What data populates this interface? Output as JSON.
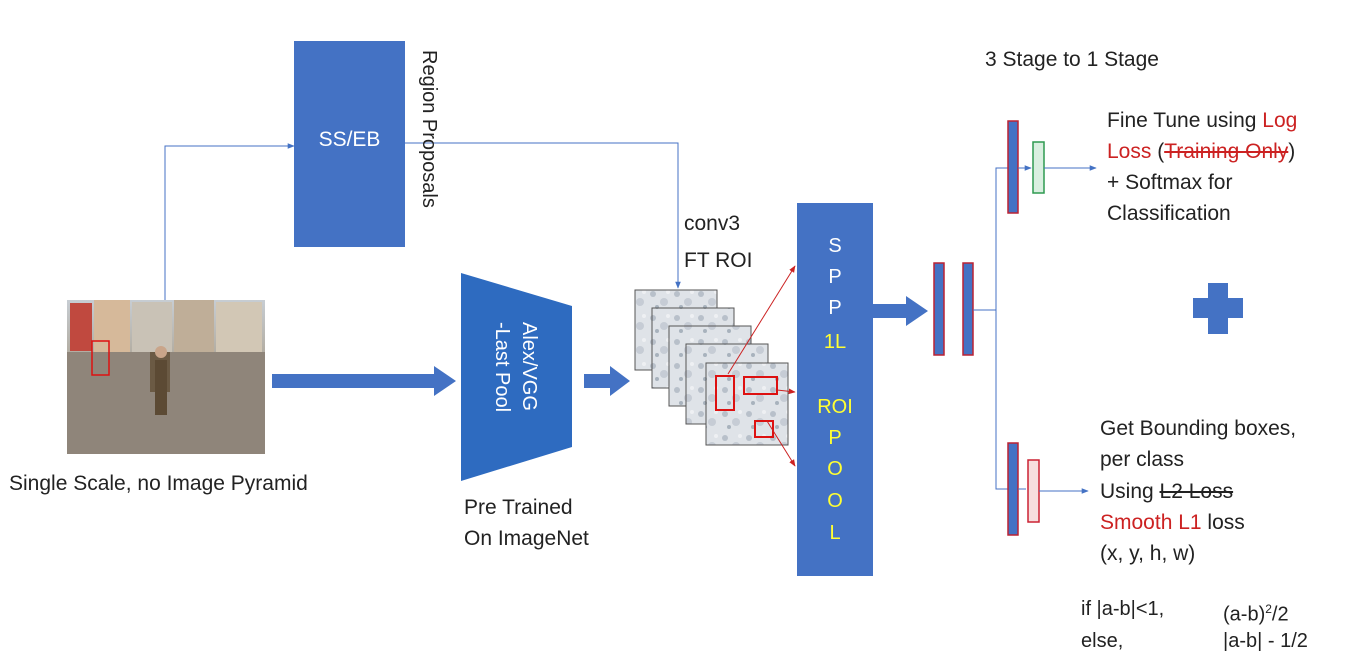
{
  "title": "3 Stage to 1 Stage",
  "region_box": {
    "label": "SS/EB",
    "side_label": "Region Proposals"
  },
  "input_caption": "Single Scale, no Image Pyramid",
  "backbone": {
    "line1": "Alex/VGG",
    "line2": "-Last Pool"
  },
  "pretrained": {
    "line1": "Pre Trained",
    "line2": "On ImageNet"
  },
  "conv_label": {
    "line1": "conv3",
    "line2": "FT ROI"
  },
  "spp": {
    "letters_top": [
      "S",
      "P",
      "P"
    ],
    "yellow_1": "1L",
    "yellow_2": "ROI",
    "letters_bottom": [
      "P",
      "O",
      "O",
      "L"
    ]
  },
  "classification": {
    "line1_a": "Fine Tune using ",
    "line1_b": "Log",
    "line2_a": "Loss",
    "line2_b": " (",
    "line2_c": "Training Only",
    "line2_d": ")",
    "line3": "+ Softmax for",
    "line4": "Classification"
  },
  "plus_symbol": "+",
  "regression": {
    "line1": "Get Bounding boxes,",
    "line2": "per class",
    "line3_a": "Using ",
    "line3_b": "L2 Loss",
    "line4_a": "Smooth L1",
    "line4_b": " loss",
    "line5": "(x, y, h, w)"
  },
  "formula": {
    "cond1": "if |a-b|<1,",
    "expr1_a": "(a-b)",
    "expr1_sup": "2",
    "expr1_b": "/2",
    "cond2": "else,",
    "expr2": "|a-b| - 1/2"
  },
  "colors": {
    "blue": "#4472c4",
    "dark_blue": "#2e5bb8",
    "red": "#cc2222",
    "yellow": "#ffff33",
    "green_fill": "#d9efe0",
    "green_border": "#2e9a50",
    "pink_fill": "#f7dede"
  }
}
